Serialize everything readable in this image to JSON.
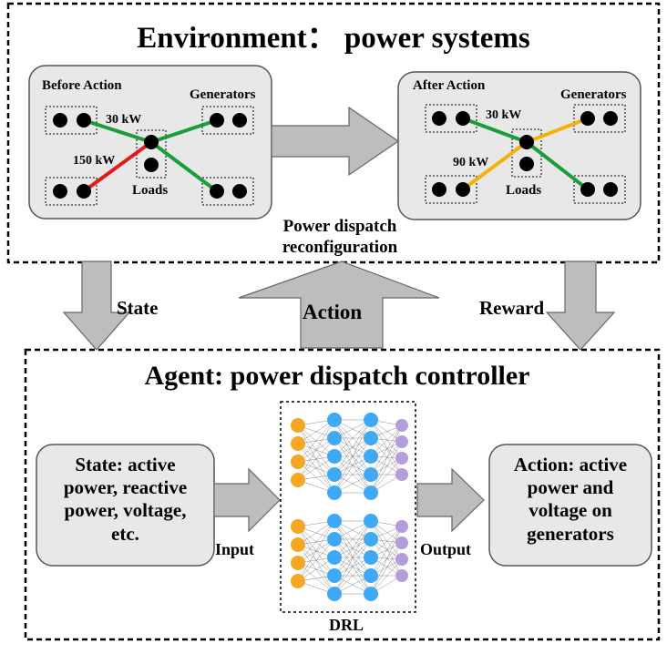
{
  "environment": {
    "title": "Environment： power systems",
    "before": {
      "title": "Before Action",
      "generators_label": "Generators",
      "loads_label": "Loads",
      "top_flow": "30 kW",
      "bottom_flow": "150 kW"
    },
    "after": {
      "title": "After Action",
      "generators_label": "Generators",
      "loads_label": "Loads",
      "top_flow": "30 kW",
      "bottom_flow": "90 kW"
    },
    "reconfig_line1": "Power dispatch",
    "reconfig_line2": "reconfiguration"
  },
  "arrows": {
    "state": "State",
    "action": "Action",
    "reward": "Reward",
    "input": "Input",
    "output": "Output"
  },
  "agent": {
    "title": "Agent: power dispatch controller",
    "state_box": [
      "State: active",
      "power,  reactive",
      "power, voltage,",
      "etc."
    ],
    "action_box": [
      "Action: active",
      "power and",
      "voltage on",
      "generators"
    ],
    "drl_label": "DRL"
  },
  "colors": {
    "panel_fill": "#e8e8e8",
    "arrow_fill": "#bdbdbd",
    "green_line": "#1a9e3a",
    "red_line": "#e01b1b",
    "orange_line": "#f2b20c",
    "nn_orange": "#f5a623",
    "nn_blue": "#3fa9f5",
    "nn_purple": "#b39ddb"
  }
}
